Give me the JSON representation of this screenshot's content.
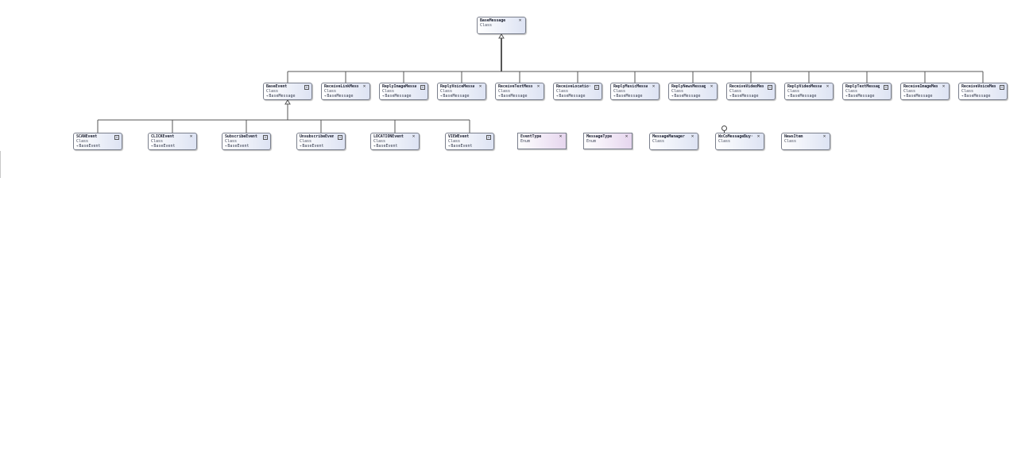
{
  "diagram": {
    "root": {
      "name": "BaseMessage",
      "kind": "Class"
    },
    "level1": [
      {
        "name": "BaseEvent",
        "kind": "Class",
        "base": "BaseMessage",
        "btn": "expand"
      },
      {
        "name": "ReceiveLinkMess···",
        "kind": "Class",
        "base": "BaseMessage",
        "btn": "collapse"
      },
      {
        "name": "ReplyImageMessage",
        "kind": "Class",
        "base": "BaseMessage",
        "btn": "expand"
      },
      {
        "name": "ReplyVoiceMessage",
        "kind": "Class",
        "base": "BaseMessage",
        "btn": "collapse"
      },
      {
        "name": "ReceiveTextMess···",
        "kind": "Class",
        "base": "BaseMessage",
        "btn": "collapse"
      },
      {
        "name": "ReceiveLocatio···",
        "kind": "Class",
        "base": "BaseMessage",
        "btn": "expand"
      },
      {
        "name": "ReplyMusicMessage",
        "kind": "Class",
        "base": "BaseMessage",
        "btn": "collapse"
      },
      {
        "name": "ReplyNewsMessage",
        "kind": "Class",
        "base": "BaseMessage",
        "btn": "collapse"
      },
      {
        "name": "ReceiveVideoMes···",
        "kind": "Class",
        "base": "BaseMessage",
        "btn": "expand"
      },
      {
        "name": "ReplyVideoMessage",
        "kind": "Class",
        "base": "BaseMessage",
        "btn": "collapse"
      },
      {
        "name": "ReplyTextMessage",
        "kind": "Class",
        "base": "BaseMessage",
        "btn": "expand"
      },
      {
        "name": "ReceiveImageMes···",
        "kind": "Class",
        "base": "BaseMessage",
        "btn": "collapse"
      },
      {
        "name": "ReceiveVoiceMes···",
        "kind": "Class",
        "base": "BaseMessage",
        "btn": "expand"
      }
    ],
    "events": [
      {
        "name": "SCANEvent",
        "kind": "Class",
        "base": "BaseEvent",
        "btn": "expand"
      },
      {
        "name": "CLICKEvent",
        "kind": "Class",
        "base": "BaseEvent",
        "btn": "collapse"
      },
      {
        "name": "SubscribeEvent",
        "kind": "Class",
        "base": "BaseEvent",
        "btn": "expand"
      },
      {
        "name": "UnsubscribeEvent",
        "kind": "Class",
        "base": "BaseEvent",
        "btn": "expand"
      },
      {
        "name": "LOCATIONEvent",
        "kind": "Class",
        "base": "BaseEvent",
        "btn": "collapse"
      },
      {
        "name": "VIEWEvent",
        "kind": "Class",
        "base": "BaseEvent",
        "btn": "expand"
      }
    ],
    "others": [
      {
        "name": "EventType",
        "kind": "Enum",
        "style": "enum"
      },
      {
        "name": "MessageType",
        "kind": "Enum",
        "style": "enum"
      },
      {
        "name": "MessageManager",
        "kind": "Class",
        "style": "class"
      },
      {
        "name": "WxCoMessageBuy···",
        "kind": "Class",
        "style": "class",
        "lollipop": true
      },
      {
        "name": "NewsItem",
        "kind": "Class",
        "style": "class"
      }
    ]
  }
}
